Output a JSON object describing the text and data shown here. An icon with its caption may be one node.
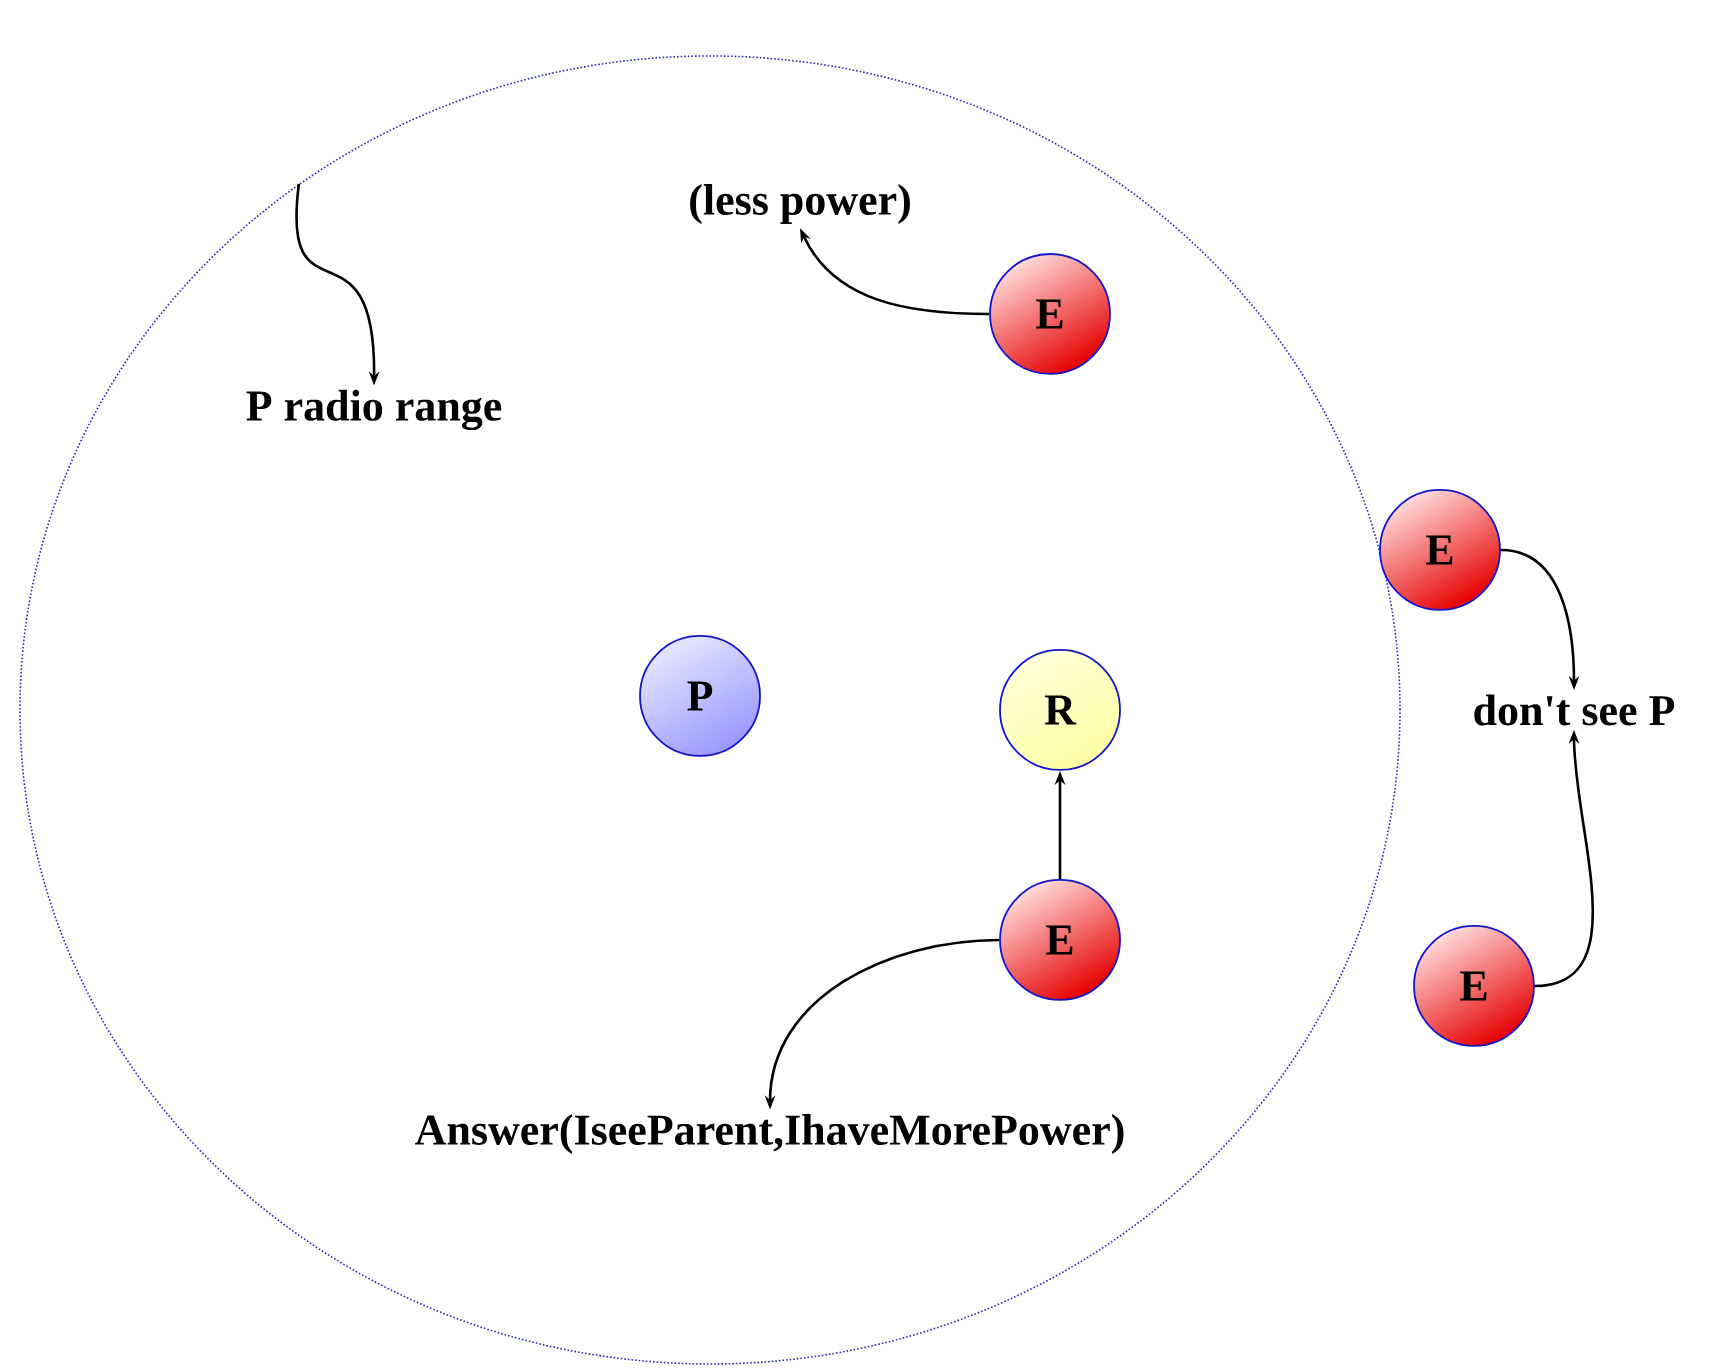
{
  "diagram": {
    "nodes": [
      {
        "text": [],
        "shape": "circle"
      },
      {
        "text": [
          "P radio range"
        ],
        "in": 0
      },
      {
        "text": [
          "(less power)"
        ],
        "in": 0
      },
      {
        "text": [
          "E"
        ],
        "in": 0
      },
      {
        "text": [
          "P"
        ],
        "in": 0
      },
      {
        "text": [
          "R"
        ],
        "in": 0
      },
      {
        "text": [
          "E"
        ],
        "in": 0
      },
      {
        "text": [
          "Answer(IseeParent,IhaveMorePower)"
        ],
        "in": 0
      },
      {
        "text": [
          "E"
        ]
      },
      {
        "text": [
          "don't see P"
        ]
      },
      {
        "text": [
          "E"
        ]
      }
    ],
    "edges": [
      {
        "from": 0,
        "to": 1,
        "arrow": "to"
      },
      {
        "from": 3,
        "to": 2,
        "arrow": "to"
      },
      {
        "from": 6,
        "to": 5,
        "arrow": "to"
      },
      {
        "from": 6,
        "to": 7,
        "arrow": "to"
      },
      {
        "from": 8,
        "to": 9,
        "arrow": "to"
      },
      {
        "from": 10,
        "to": 9,
        "arrow": "to"
      }
    ]
  }
}
